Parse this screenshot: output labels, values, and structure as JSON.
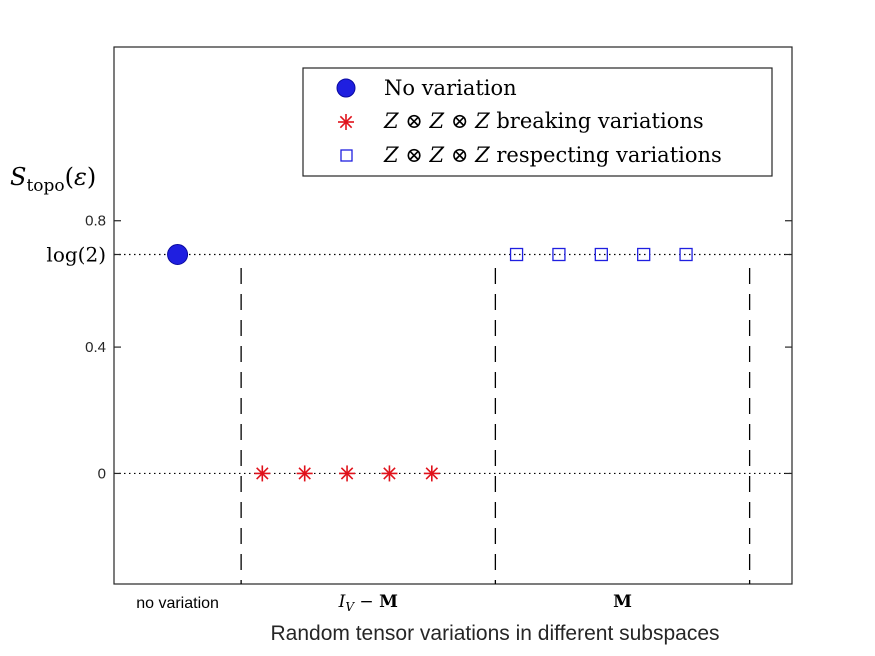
{
  "chart_data": {
    "type": "scatter",
    "xlabel": "Random tensor variations in different subspaces",
    "ylabel": "S_topo(ε)",
    "ylim": [
      -0.35,
      1.35
    ],
    "xlim": [
      0.5,
      16.5
    ],
    "y_ticks": [
      {
        "value": 0,
        "label": "0"
      },
      {
        "value": 0.4,
        "label": "0.4"
      },
      {
        "value": 0.6931,
        "label": "log(2)"
      },
      {
        "value": 0.8,
        "label": "0.8"
      }
    ],
    "reference_lines": [
      0,
      0.6931
    ],
    "region_dividers": [
      3.5,
      9.5,
      15.5
    ],
    "regions": [
      {
        "label": "no variation",
        "center": 2
      },
      {
        "label": "I_V − M",
        "center": 6.5
      },
      {
        "label": "M",
        "center": 12.5
      }
    ],
    "series": [
      {
        "name": "No variation",
        "marker": "filled-circle",
        "color": "#1f1fe0",
        "x": [
          2
        ],
        "y": [
          0.6931
        ]
      },
      {
        "name": "Z ⊗ Z ⊗ Z breaking variations",
        "marker": "asterisk",
        "color": "#e0121b",
        "x": [
          4,
          5,
          6,
          7,
          8
        ],
        "y": [
          0,
          0,
          0,
          0,
          0
        ]
      },
      {
        "name": "Z ⊗ Z ⊗ Z respecting variations",
        "marker": "open-square",
        "color": "#1f1fe0",
        "x": [
          10,
          11,
          12,
          13,
          14
        ],
        "y": [
          0.6931,
          0.6931,
          0.6931,
          0.6931,
          0.6931
        ]
      }
    ],
    "legend": {
      "placement": "top-right"
    },
    "grid": false
  }
}
